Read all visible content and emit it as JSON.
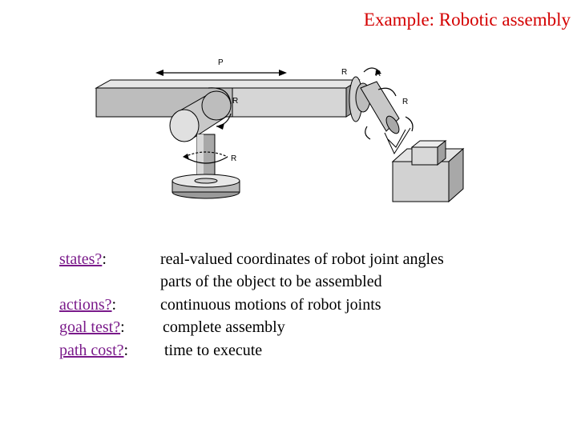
{
  "slide": {
    "title": "Example: Robotic assembly",
    "title_color": "#d40000",
    "term_color": "#7a1a8a"
  },
  "figure": {
    "joint_labels": {
      "p": "P",
      "r1": "R",
      "r2": "R",
      "r3": "R",
      "r4": "R",
      "r5": "R"
    }
  },
  "definitions": [
    {
      "term": "states?",
      "colon": ":",
      "value": "real-valued coordinates of robot joint angles"
    },
    {
      "term": "",
      "colon": "",
      "value": "parts of the object to be assembled"
    },
    {
      "term": "actions?",
      "colon": ":",
      "value": "continuous motions of robot joints"
    },
    {
      "term": "goal test?",
      "colon": ":",
      "value": "complete assembly"
    },
    {
      "term": "path cost?",
      "colon": ":",
      "value": "time to execute"
    }
  ]
}
